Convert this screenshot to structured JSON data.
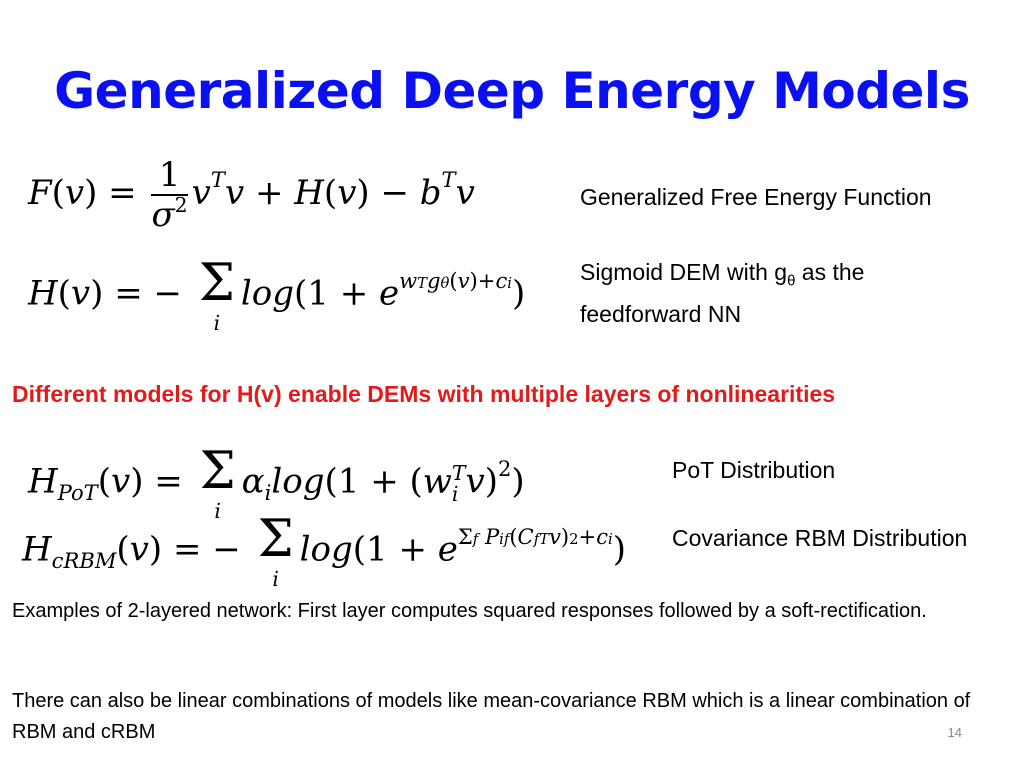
{
  "slide": {
    "title": "Generalized Deep Energy Models",
    "equations": {
      "free_energy": "F(v) = 1/σ² vᵀv + H(v) − bᵀv",
      "sigmoid": "H(v) = −Σᵢ log(1 + e^{wᵢᵀ g_θ(v) + cᵢ})",
      "pot": "H_PoT(v) = Σᵢ αᵢ log(1 + (wᵢᵀ v)²)",
      "crbm": "H_cRBM(v) = −Σᵢ log(1 + e^{Σ_f P_if (C_fᵀ v)² + cᵢ})"
    },
    "labels": {
      "free_energy": "Generalized Free Energy Function",
      "sigmoid_pre": "Sigmoid DEM with g",
      "sigmoid_sub": "θ",
      "sigmoid_post": " as the feedforward NN",
      "pot": "PoT Distribution",
      "crbm": "Covariance RBM Distribution"
    },
    "highlight": "Different models for H(v) enable DEMs with multiple layers of nonlinearities",
    "paragraphs": [
      "Examples of 2-layered network: First layer computes squared responses followed by a soft-rectification.",
      "There can also be linear combinations of models like mean-covariance RBM which is a linear combination of RBM and cRBM"
    ],
    "page_number": "14"
  }
}
